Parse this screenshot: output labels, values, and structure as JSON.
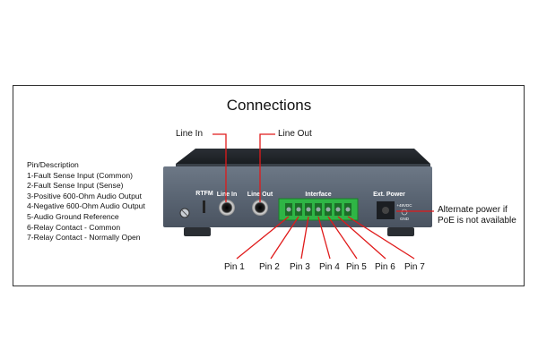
{
  "title": "Connections",
  "pin_description": {
    "header": "Pin/Description",
    "items": [
      "1-Fault Sense Input (Common)",
      "2-Fault Sense Input (Sense)",
      "3-Positive 600-Ohm Audio Output",
      "4-Negative 600-Ohm Audio Output",
      "5-Audio Ground Reference",
      "6-Relay Contact - Common",
      "7-Relay Contact - Normally Open"
    ]
  },
  "callouts": {
    "line_in": "Line In",
    "line_out": "Line Out",
    "alt_power": [
      "Alternate power if",
      "PoE is not available"
    ]
  },
  "device_labels": {
    "rtfm": "RTFM",
    "line_in": "Line In",
    "line_out": "Line Out",
    "interface": "Interface",
    "ext_power": "Ext. Power",
    "voltage": "+48VDC",
    "gnd": "GND"
  },
  "pins": [
    "Pin 1",
    "Pin 2",
    "Pin 3",
    "Pin 4",
    "Pin 5",
    "Pin 6",
    "Pin 7"
  ],
  "colors": {
    "callout_line": "#e01a1a",
    "device_body": "#5a6573",
    "terminal_block": "#33c24a"
  }
}
